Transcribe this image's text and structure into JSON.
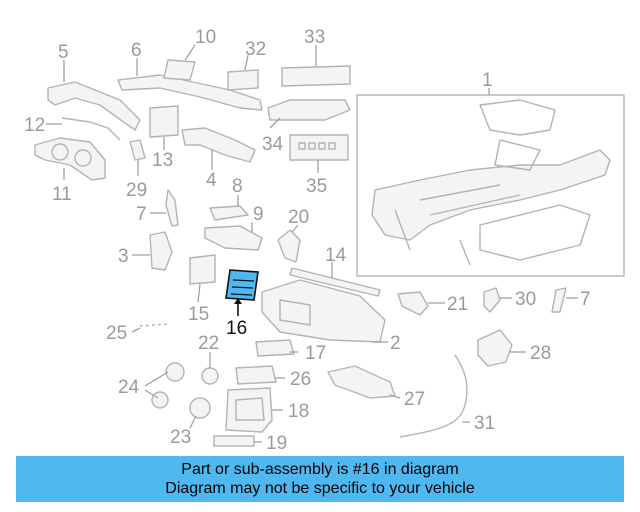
{
  "callouts": [
    {
      "id": "1",
      "label": "1"
    },
    {
      "id": "2",
      "label": "2"
    },
    {
      "id": "3",
      "label": "3"
    },
    {
      "id": "4",
      "label": "4"
    },
    {
      "id": "5",
      "label": "5"
    },
    {
      "id": "6",
      "label": "6"
    },
    {
      "id": "7a",
      "label": "7"
    },
    {
      "id": "7b",
      "label": "7"
    },
    {
      "id": "8",
      "label": "8"
    },
    {
      "id": "9",
      "label": "9"
    },
    {
      "id": "10",
      "label": "10"
    },
    {
      "id": "11",
      "label": "11"
    },
    {
      "id": "12",
      "label": "12"
    },
    {
      "id": "13",
      "label": "13"
    },
    {
      "id": "14",
      "label": "14"
    },
    {
      "id": "15",
      "label": "15"
    },
    {
      "id": "16",
      "label": "16"
    },
    {
      "id": "17",
      "label": "17"
    },
    {
      "id": "18",
      "label": "18"
    },
    {
      "id": "19",
      "label": "19"
    },
    {
      "id": "20",
      "label": "20"
    },
    {
      "id": "21",
      "label": "21"
    },
    {
      "id": "22",
      "label": "22"
    },
    {
      "id": "23",
      "label": "23"
    },
    {
      "id": "24",
      "label": "24"
    },
    {
      "id": "25",
      "label": "25"
    },
    {
      "id": "26",
      "label": "26"
    },
    {
      "id": "27",
      "label": "27"
    },
    {
      "id": "28",
      "label": "28"
    },
    {
      "id": "29",
      "label": "29"
    },
    {
      "id": "30",
      "label": "30"
    },
    {
      "id": "31",
      "label": "31"
    },
    {
      "id": "32",
      "label": "32"
    },
    {
      "id": "33",
      "label": "33"
    },
    {
      "id": "34",
      "label": "34"
    },
    {
      "id": "35",
      "label": "35"
    }
  ],
  "highlight": {
    "part": "16",
    "color": "#4fb8f0"
  },
  "banner": {
    "line1": "Part or sub-assembly is #16 in diagram",
    "line2": "Diagram may not be specific to your vehicle",
    "background": "#4fb8f0"
  }
}
